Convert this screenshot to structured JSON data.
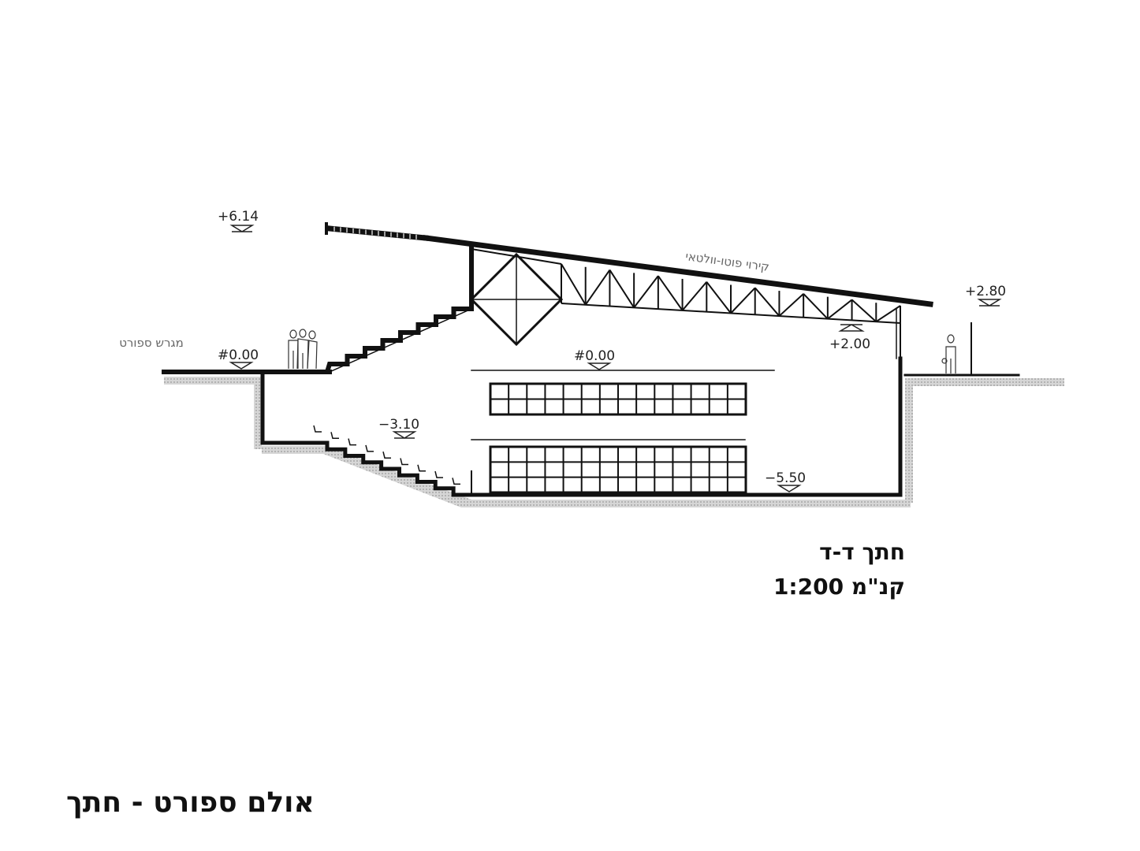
{
  "drawing": {
    "roof_label": "קירוי פוטו-וולטאי",
    "field_label": "מגרש ספורט",
    "levels": {
      "roof_top": "+6.14",
      "ground_left": "#0.00",
      "hall_mid": "#0.00",
      "truss_bottom": "+2.00",
      "ground_right": "+2.80",
      "seating": "−3.10",
      "floor": "−5.50"
    },
    "upper_window": {
      "columns": 14,
      "rows": 2
    },
    "lower_window": {
      "columns": 14,
      "rows": 3
    }
  },
  "caption": {
    "section_name": "חתך ד-ד",
    "scale": "קנ\"מ 1:200"
  },
  "sheet_title": "אולם ספורט - חתך",
  "colors": {
    "ink": "#111111",
    "soil": "#bdbdbd",
    "label": "#666666"
  }
}
